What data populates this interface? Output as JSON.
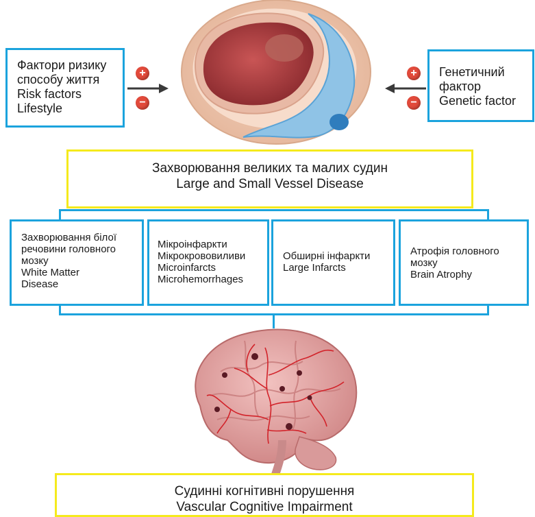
{
  "colors": {
    "box_border": "#1ba3dd",
    "summary_border": "#f5ea1c",
    "sign": "#e24a3b",
    "vessel": "#d24a43",
    "brain": "#e3a3a3"
  },
  "left_factor": {
    "lines": [
      "Фактори ризику",
      "способу життя",
      "Risk factors",
      "Lifestyle"
    ],
    "plus": "+",
    "minus": "−"
  },
  "right_factor": {
    "lines": [
      "Генетичний",
      "фактор",
      "Genetic factor"
    ],
    "plus": "+",
    "minus": "−"
  },
  "disease": {
    "line1": "Захворювання великих та малих судин",
    "line2": "Large and Small Vessel Disease"
  },
  "categories": [
    {
      "lines": [
        "Захворювання білої",
        "речовини головного",
        "мозку",
        "White Matter",
        "Disease"
      ]
    },
    {
      "lines": [
        "Мікроінфаркти",
        "Мікрокрововиливи",
        "Microinfarcts",
        "Microhemorrhages"
      ]
    },
    {
      "lines": [
        "Обширні інфаркти",
        "Large Infarcts"
      ]
    },
    {
      "lines": [
        "Атрофія головного",
        "мозку",
        "Brain Atrophy"
      ]
    }
  ],
  "outcome": {
    "line1": "Судинні когнітивні порушення",
    "line2": "Vascular Cognitive Impairment"
  },
  "icons": {
    "vessel": "vessel-cross-section-illustration",
    "brain": "brain-illustration",
    "arrow": "arrow-icon"
  }
}
